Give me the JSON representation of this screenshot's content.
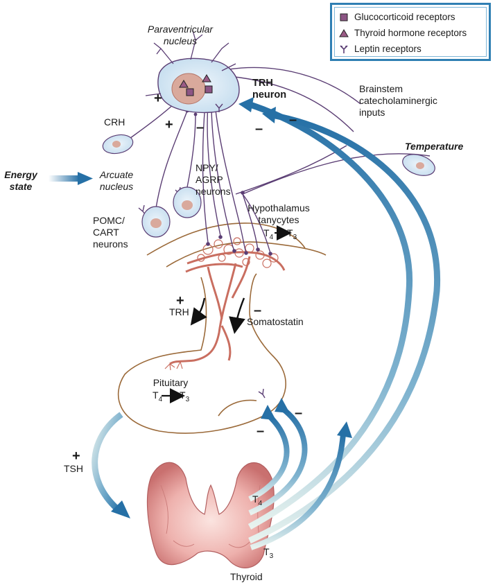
{
  "legend": {
    "items": [
      {
        "label": "Glucocorticoid receptors",
        "symbol": "square"
      },
      {
        "label": "Thyroid hormone receptors",
        "symbol": "triangle"
      },
      {
        "label": "Leptin receptors",
        "symbol": "leptin-receptor"
      }
    ]
  },
  "labels": {
    "paraventricular": "Paraventricular nucleus",
    "paraventricular_1": "Paraventricular",
    "paraventricular_2": "nucleus",
    "trh_neuron_1": "TRH",
    "trh_neuron_2": "neuron",
    "brainstem_1": "Brainstem",
    "brainstem_2": "catecholaminergic",
    "brainstem_3": "inputs",
    "crh": "CRH",
    "temperature": "Temperature",
    "energy_1": "Energy",
    "energy_2": "state",
    "arcuate_1": "Arcuate",
    "arcuate_2": "nucleus",
    "npy_1": "NPY/",
    "npy_2": "AGRP",
    "npy_3": "neurons",
    "pomc_1": "POMC/",
    "pomc_2": "CART",
    "pomc_3": "neurons",
    "hypo_1": "Hypothalamus",
    "hypo_2": "tanycytes",
    "hypo_t4": "T",
    "hypo_t4_sub": "4",
    "hypo_t3": "T",
    "hypo_t3_sub": "3",
    "trh": "TRH",
    "somatostatin": "Somatostatin",
    "pituitary": "Pituitary",
    "pit_t4": "T",
    "pit_t4_sub": "4",
    "pit_t3": "T",
    "pit_t3_sub": "3",
    "tsh": "TSH",
    "t4": "T",
    "t4_sub": "4",
    "t3": "T",
    "t3_sub": "3",
    "thyroid": "Thyroid"
  },
  "signs": {
    "plus": "+",
    "minus": "–"
  },
  "colors": {
    "arrow_blue": "#2a78ad",
    "neuron_fill": "#d6e7f3",
    "nucleus_fill": "#d9a99c",
    "vessel": "#d98a7c",
    "thyroid": "#e8a8a8",
    "pituitary_outline": "#9b6a3a",
    "axon": "#5b3e74",
    "receptor_purple": "#9b5b86"
  }
}
